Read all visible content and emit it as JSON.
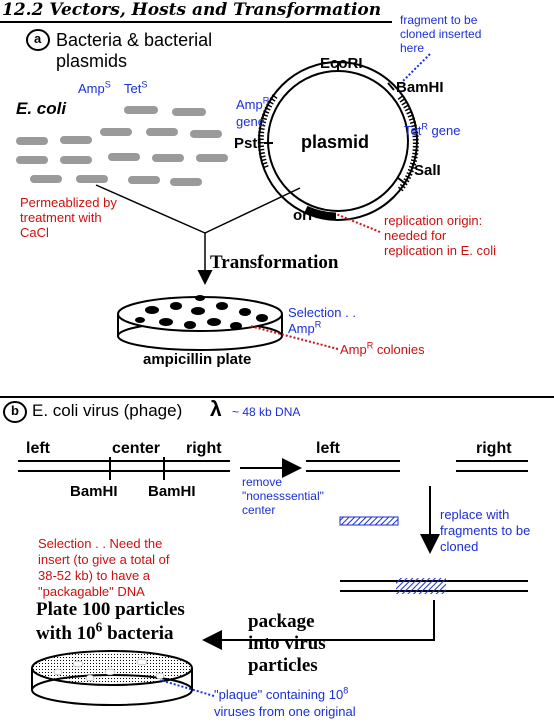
{
  "title": "12.2  Vectors, Hosts and Transformation",
  "colors": {
    "blue": "#1a2fd6",
    "red": "#cc1010",
    "black": "#000000"
  },
  "section_a": {
    "marker": "a",
    "heading_line1": "Bacteria & bacterial",
    "heading_line2": "plasmids",
    "ecoli_label": "E. coli",
    "amps_base": "Amp",
    "amps_sup": "S",
    "tets_base": "Tet",
    "tets_sup": "S",
    "permeablized_line1": "Permeablized by",
    "permeablized_line2": "treatment with",
    "permeablized_line3": "CaCl",
    "plasmid": {
      "center": "plasmid",
      "ecori": "EcoRI",
      "bamhi": "BamHI",
      "psti": "PstI",
      "sali": "SalI",
      "ori": "ori",
      "ampr_base": "Amp",
      "ampr_sup": "R",
      "ampr_gene": "gene",
      "tetr_base": "Tet",
      "tetr_sup": "R",
      "tetr_gene": "gene"
    },
    "fragment_line1": "fragment to be",
    "fragment_line2": "cloned inserted",
    "fragment_line3": "here",
    "replication_line1": "replication origin:",
    "replication_line2": "needed for",
    "replication_line3": "replication in E. coli",
    "transformation": "Transformation",
    "selection_line1": "Selection . .",
    "selection_amp_base": "Amp",
    "selection_amp_sup": "R",
    "plate_label": "ampicillin plate",
    "colonies_base": "Amp",
    "colonies_sup": "R",
    "colonies_rest": " colonies"
  },
  "section_b": {
    "marker": "b",
    "heading": "E. coli virus (phage)",
    "lambda": "λ",
    "size_note": "~ 48 kb DNA",
    "left": "left",
    "center": "center",
    "right": "right",
    "bamhi_1": "BamHI",
    "bamhi_2": "BamHI",
    "left2": "left",
    "right2": "right",
    "remove_line1": "remove",
    "remove_line2": "\"nonesssential\"",
    "remove_line3": "center",
    "replace_line1": "replace with",
    "replace_line2": "fragments to be",
    "replace_line3": "cloned",
    "selection_line1": "Selection . . Need the",
    "selection_line2": "insert (to give a total of",
    "selection_line3": "38-52 kb) to have a",
    "selection_line4": "\"packagable\"  DNA",
    "plate_line1": "Plate 100 particles",
    "plate_line2_pre": "with 10",
    "plate_line2_sup": "6",
    "plate_line2_post": " bacteria",
    "package_line1": "package",
    "package_line2": "into virus",
    "package_line3": "particles",
    "plaque_line1_pre": "\"plaque\" containing 10",
    "plaque_line1_sup": "8",
    "plaque_line2": "viruses from one original"
  }
}
